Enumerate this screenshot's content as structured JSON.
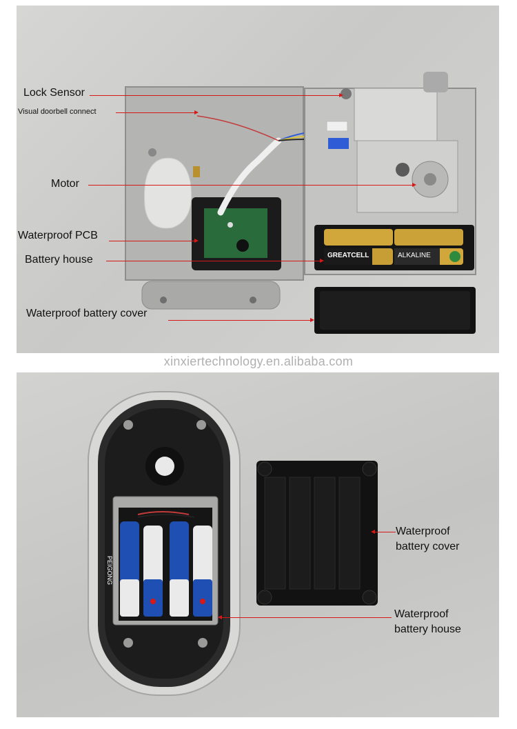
{
  "top_panel": {
    "labels": {
      "lock_sensor": "Lock Sensor",
      "visual_doorbell": "Visual doorbell connect",
      "motor": "Motor",
      "waterproof_pcb": "Waterproof PCB",
      "battery_house": "Battery house",
      "waterproof_battery_cover": "Waterproof battery cover"
    },
    "battery_brands": {
      "left": "GREATCELL",
      "right": "ALKALINE"
    }
  },
  "watermark": "xinxiertechnology.en.alibaba.com",
  "bottom_panel": {
    "labels": {
      "cover_line1": "Waterproof",
      "cover_line2": "battery cover",
      "house_line1": "Waterproof",
      "house_line2": "battery house"
    },
    "battery_brand": "PEIGONG"
  },
  "colors": {
    "arrow": "#d51818",
    "background": "#cfcfcd",
    "metal": "#bdbdbb",
    "battery_blue": "#1f4fb3"
  }
}
